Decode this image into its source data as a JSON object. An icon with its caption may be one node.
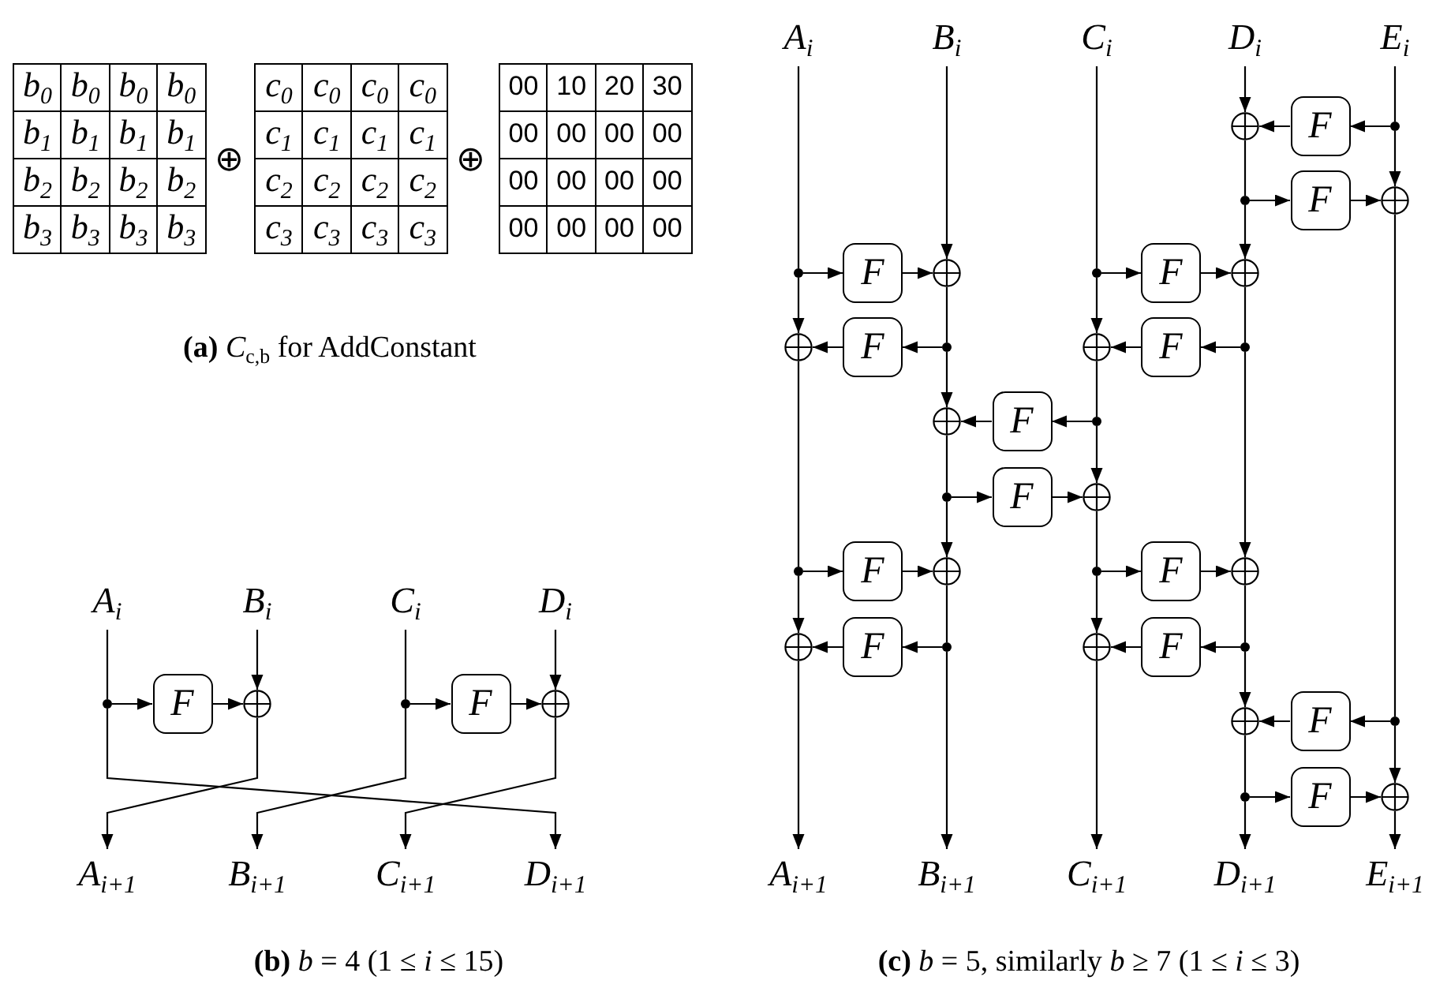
{
  "diagram": {
    "nodes": [
      {
        "text": [
          "A$_{i}$"
        ]
      },
      {
        "text": [
          "B$_{i}$"
        ]
      },
      {
        "text": [
          "C$_{i}$"
        ]
      },
      {
        "text": [
          "D$_{i}$"
        ]
      },
      {
        "text": [],
        "shape": "dot"
      },
      {
        "text": [
          "F"
        ]
      },
      {
        "text": [],
        "shape": "circle"
      },
      {
        "text": [],
        "shape": "dot"
      },
      {
        "text": [
          "F"
        ]
      },
      {
        "text": [],
        "shape": "circle"
      },
      {
        "text": [
          "A$_{i+1}$"
        ]
      },
      {
        "text": [
          "B$_{i+1}$"
        ]
      },
      {
        "text": [
          "C$_{i+1}$"
        ]
      },
      {
        "text": [
          "D$_{i+1}$"
        ]
      },
      {
        "text": [
          "A$_{i}$"
        ]
      },
      {
        "text": [
          "B$_{i}$"
        ]
      },
      {
        "text": [
          "C$_{i}$"
        ]
      },
      {
        "text": [
          "D$_{i}$"
        ]
      },
      {
        "text": [
          "E$_{i}$"
        ]
      },
      {
        "text": [],
        "shape": "circle"
      },
      {
        "text": [
          "F"
        ]
      },
      {
        "text": [],
        "shape": "dot"
      },
      {
        "text": [],
        "shape": "dot"
      },
      {
        "text": [
          "F"
        ]
      },
      {
        "text": [],
        "shape": "circle"
      },
      {
        "text": [],
        "shape": "dot"
      },
      {
        "text": [
          "F"
        ]
      },
      {
        "text": [],
        "shape": "circle"
      },
      {
        "text": [],
        "shape": "dot"
      },
      {
        "text": [
          "F"
        ]
      },
      {
        "text": [],
        "shape": "circle"
      },
      {
        "text": [],
        "shape": "circle"
      },
      {
        "text": [
          "F"
        ]
      },
      {
        "text": [],
        "shape": "dot"
      },
      {
        "text": [],
        "shape": "circle"
      },
      {
        "text": [
          "F"
        ]
      },
      {
        "text": [],
        "shape": "dot"
      },
      {
        "text": [],
        "shape": "circle"
      },
      {
        "text": [
          "F"
        ]
      },
      {
        "text": [],
        "shape": "dot"
      },
      {
        "text": [],
        "shape": "dot"
      },
      {
        "text": [
          "F"
        ]
      },
      {
        "text": [],
        "shape": "circle"
      },
      {
        "text": [],
        "shape": "dot"
      },
      {
        "text": [
          "F"
        ]
      },
      {
        "text": [],
        "shape": "circle"
      },
      {
        "text": [],
        "shape": "dot"
      },
      {
        "text": [
          "F"
        ]
      },
      {
        "text": [],
        "shape": "circle"
      },
      {
        "text": [],
        "shape": "circle"
      },
      {
        "text": [
          "F"
        ]
      },
      {
        "text": [],
        "shape": "dot"
      },
      {
        "text": [],
        "shape": "circle"
      },
      {
        "text": [
          "F"
        ]
      },
      {
        "text": [],
        "shape": "dot"
      },
      {
        "text": [],
        "shape": "circle"
      },
      {
        "text": [
          "F"
        ]
      },
      {
        "text": [],
        "shape": "dot"
      },
      {
        "text": [],
        "shape": "dot"
      },
      {
        "text": [
          "F"
        ]
      },
      {
        "text": [],
        "shape": "circle"
      },
      {
        "text": [
          "A$_{i+1}$"
        ]
      },
      {
        "text": [
          "B$_{i+1}$"
        ]
      },
      {
        "text": [
          "C$_{i+1}$"
        ]
      },
      {
        "text": [
          "D$_{i+1}$"
        ]
      },
      {
        "text": [
          "E$_{i+1}$"
        ]
      }
    ],
    "edges": [
      {
        "from": 0,
        "to": 4,
        "arrow": "none"
      },
      {
        "from": 4,
        "to": 5,
        "arrow": "to"
      },
      {
        "from": 5,
        "to": 6,
        "arrow": "to"
      },
      {
        "from": 1,
        "to": 6,
        "arrow": "to"
      },
      {
        "from": 2,
        "to": 7,
        "arrow": "none"
      },
      {
        "from": 7,
        "to": 8,
        "arrow": "to"
      },
      {
        "from": 8,
        "to": 9,
        "arrow": "to"
      },
      {
        "from": 3,
        "to": 9,
        "arrow": "to"
      },
      {
        "from": 6,
        "to": 10,
        "arrow": "to"
      },
      {
        "from": 7,
        "to": 11,
        "arrow": "to"
      },
      {
        "from": 9,
        "to": 12,
        "arrow": "to"
      },
      {
        "from": 4,
        "to": 13,
        "arrow": "to"
      },
      {
        "from": 21,
        "to": 20,
        "arrow": "to"
      },
      {
        "from": 20,
        "to": 19,
        "arrow": "to"
      },
      {
        "from": 22,
        "to": 23,
        "arrow": "to"
      },
      {
        "from": 23,
        "to": 24,
        "arrow": "to"
      },
      {
        "from": 25,
        "to": 26,
        "arrow": "to"
      },
      {
        "from": 26,
        "to": 27,
        "arrow": "to"
      },
      {
        "from": 28,
        "to": 29,
        "arrow": "to"
      },
      {
        "from": 29,
        "to": 30,
        "arrow": "to"
      },
      {
        "from": 33,
        "to": 32,
        "arrow": "to"
      },
      {
        "from": 32,
        "to": 31,
        "arrow": "to"
      },
      {
        "from": 36,
        "to": 35,
        "arrow": "to"
      },
      {
        "from": 35,
        "to": 34,
        "arrow": "to"
      },
      {
        "from": 39,
        "to": 38,
        "arrow": "to"
      },
      {
        "from": 38,
        "to": 37,
        "arrow": "to"
      },
      {
        "from": 40,
        "to": 41,
        "arrow": "to"
      },
      {
        "from": 41,
        "to": 42,
        "arrow": "to"
      },
      {
        "from": 43,
        "to": 44,
        "arrow": "to"
      },
      {
        "from": 44,
        "to": 45,
        "arrow": "to"
      },
      {
        "from": 46,
        "to": 47,
        "arrow": "to"
      },
      {
        "from": 47,
        "to": 48,
        "arrow": "to"
      },
      {
        "from": 51,
        "to": 50,
        "arrow": "to"
      },
      {
        "from": 50,
        "to": 49,
        "arrow": "to"
      },
      {
        "from": 54,
        "to": 53,
        "arrow": "to"
      },
      {
        "from": 53,
        "to": 52,
        "arrow": "to"
      },
      {
        "from": 57,
        "to": 56,
        "arrow": "to"
      },
      {
        "from": 56,
        "to": 55,
        "arrow": "to"
      },
      {
        "from": 58,
        "to": 59,
        "arrow": "to"
      },
      {
        "from": 59,
        "to": 60,
        "arrow": "to"
      },
      {
        "from": 14,
        "to": 25,
        "arrow": "none"
      },
      {
        "from": 25,
        "to": 31,
        "arrow": "to"
      },
      {
        "from": 31,
        "to": 43,
        "arrow": "none"
      },
      {
        "from": 43,
        "to": 49,
        "arrow": "to"
      },
      {
        "from": 49,
        "to": 61,
        "arrow": "to"
      },
      {
        "from": 15,
        "to": 27,
        "arrow": "to"
      },
      {
        "from": 27,
        "to": 33,
        "arrow": "none"
      },
      {
        "from": 33,
        "to": 37,
        "arrow": "to"
      },
      {
        "from": 37,
        "to": 40,
        "arrow": "none"
      },
      {
        "from": 40,
        "to": 45,
        "arrow": "to"
      },
      {
        "from": 45,
        "to": 51,
        "arrow": "none"
      },
      {
        "from": 51,
        "to": 62,
        "arrow": "to"
      },
      {
        "from": 16,
        "to": 28,
        "arrow": "none"
      },
      {
        "from": 28,
        "to": 34,
        "arrow": "to"
      },
      {
        "from": 34,
        "to": 39,
        "arrow": "none"
      },
      {
        "from": 39,
        "to": 42,
        "arrow": "to"
      },
      {
        "from": 42,
        "to": 46,
        "arrow": "none"
      },
      {
        "from": 46,
        "to": 52,
        "arrow": "to"
      },
      {
        "from": 52,
        "to": 63,
        "arrow": "to"
      },
      {
        "from": 17,
        "to": 19,
        "arrow": "to"
      },
      {
        "from": 19,
        "to": 22,
        "arrow": "none"
      },
      {
        "from": 22,
        "to": 30,
        "arrow": "to"
      },
      {
        "from": 30,
        "to": 36,
        "arrow": "none"
      },
      {
        "from": 36,
        "to": 48,
        "arrow": "to"
      },
      {
        "from": 48,
        "to": 54,
        "arrow": "none"
      },
      {
        "from": 54,
        "to": 55,
        "arrow": "to"
      },
      {
        "from": 55,
        "to": 58,
        "arrow": "none"
      },
      {
        "from": 58,
        "to": 64,
        "arrow": "to"
      },
      {
        "from": 18,
        "to": 21,
        "arrow": "none"
      },
      {
        "from": 21,
        "to": 24,
        "arrow": "to"
      },
      {
        "from": 24,
        "to": 57,
        "arrow": "none"
      },
      {
        "from": 57,
        "to": 60,
        "arrow": "to"
      },
      {
        "from": 60,
        "to": 65,
        "arrow": "to"
      }
    ],
    "labels": [
      "b$_{0}$",
      "b$_{0}$",
      "b$_{0}$",
      "b$_{0}$",
      "b$_{1}$",
      "b$_{1}$",
      "b$_{1}$",
      "b$_{1}$",
      "b$_{2}$",
      "b$_{2}$",
      "b$_{2}$",
      "b$_{2}$",
      "b$_{3}$",
      "b$_{3}$",
      "b$_{3}$",
      "b$_{3}$",
      "⊕",
      "c$_{0}$",
      "c$_{0}$",
      "c$_{0}$",
      "c$_{0}$",
      "c$_{1}$",
      "c$_{1}$",
      "c$_{1}$",
      "c$_{1}$",
      "c$_{2}$",
      "c$_{2}$",
      "c$_{2}$",
      "c$_{2}$",
      "c$_{3}$",
      "c$_{3}$",
      "c$_{3}$",
      "c$_{3}$",
      "⊕",
      "00",
      "10",
      "20",
      "30",
      "00",
      "00",
      "00",
      "00",
      "00",
      "00",
      "00",
      "00",
      "00",
      "00",
      "00",
      "00",
      "**(a)** *C*$_{c,b}$ for AddConstant",
      "**(b)** *b* = 4 (1 ≤ *i* ≤ 15)",
      "**(c)** *b* = 5, similarly *b* ≥ 7 (1 ≤ *i* ≤ 3)"
    ]
  }
}
